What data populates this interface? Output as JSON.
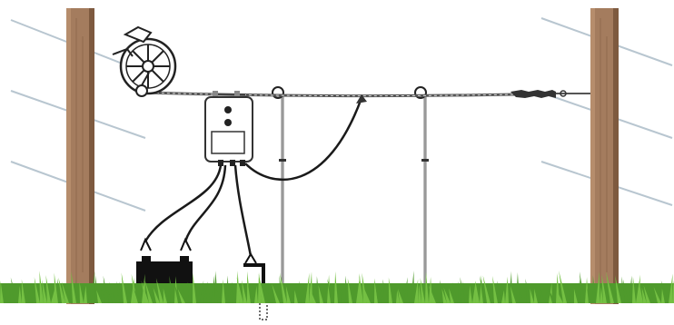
{
  "diagram": {
    "components": [
      {
        "id": "fence-post-left",
        "icon": "wooden-post"
      },
      {
        "id": "fence-post-right",
        "icon": "wooden-post"
      },
      {
        "id": "wire-reel",
        "icon": "reel"
      },
      {
        "id": "energizer",
        "icon": "fence-energizer"
      },
      {
        "id": "battery",
        "icon": "battery"
      },
      {
        "id": "ground-rod",
        "icon": "ground-rod"
      },
      {
        "id": "step-in-post-1",
        "icon": "step-in-post"
      },
      {
        "id": "step-in-post-2",
        "icon": "step-in-post"
      },
      {
        "id": "gate-handle",
        "icon": "insulated-gate-handle"
      },
      {
        "id": "grass",
        "icon": "grass"
      }
    ],
    "colors": {
      "post": "#a47c5e",
      "post_dark": "#7e5a3f",
      "wire": "#555555",
      "cable": "#1a1a1a",
      "grass": "#4f9a2c",
      "grass_light": "#74c043",
      "battery": "#111111",
      "energizer_body": "#ffffff",
      "background_wire": "#b8c6d0"
    }
  }
}
